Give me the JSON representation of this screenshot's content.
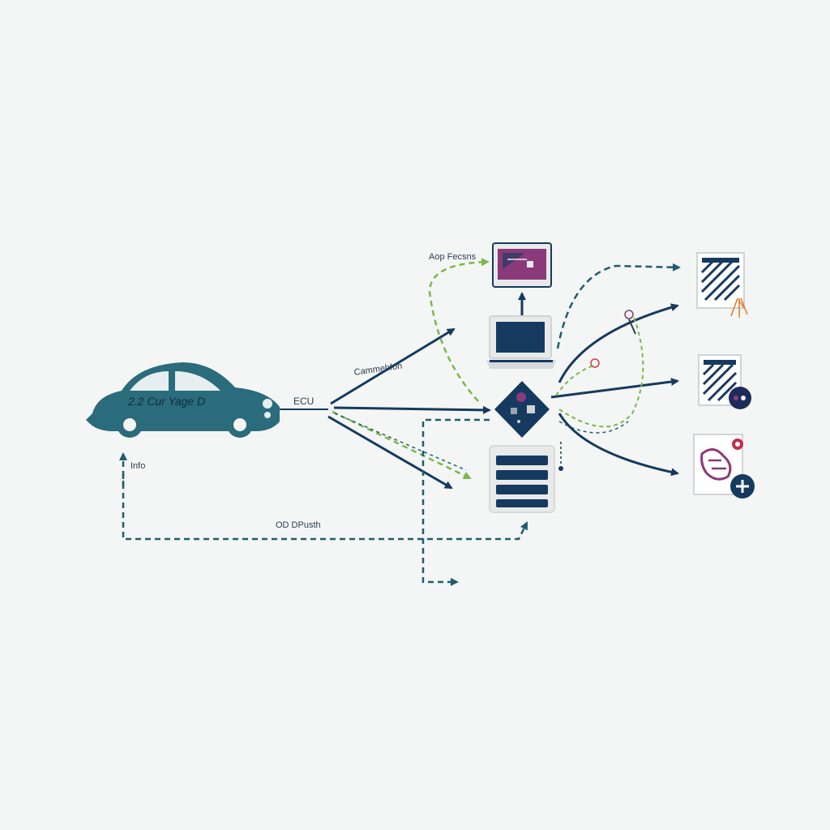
{
  "labels": {
    "car_text": "2.2 Cur Yage D",
    "ecu": "ECU",
    "connection": "Cammehfon",
    "app": "Aop Fecsns",
    "info": "Info",
    "obd": "OD DPusth"
  },
  "colors": {
    "car": "#2a6b7c",
    "navy": "#163a5f",
    "teal_dash": "#1f5d6e",
    "green_dash": "#7bb849",
    "purple": "#8a3a7a",
    "orange": "#e07b22",
    "background": "#f4f6f5"
  },
  "icons": [
    "car-icon",
    "app-window-icon",
    "laptop-icon",
    "chip-icon",
    "server-icon",
    "document-icon",
    "document-badge-icon",
    "document-plus-icon"
  ]
}
